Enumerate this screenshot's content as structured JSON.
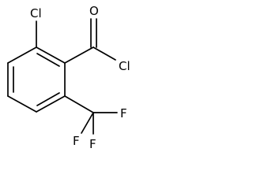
{
  "molecule": {
    "atoms": {
      "cl_ring": "Cl",
      "oxygen": "O",
      "cl_acyl": "Cl",
      "f_right": "F",
      "f_bottom": "F",
      "f_left": "F"
    }
  }
}
